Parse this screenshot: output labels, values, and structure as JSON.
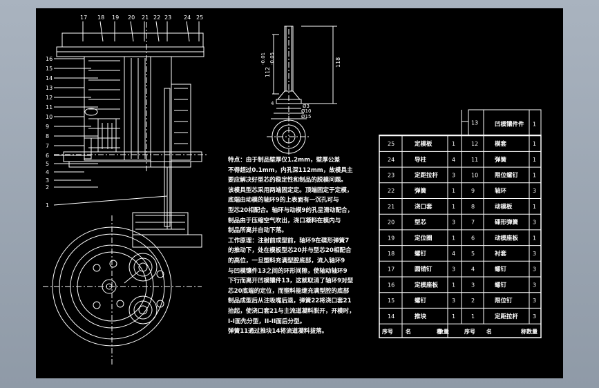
{
  "colors": {
    "sheet": "#000000",
    "lines": "#ffffff",
    "chrome": "#9aa5b1"
  },
  "part_labels_top": [
    "17",
    "18",
    "19",
    "20",
    "21",
    "22",
    "23",
    "24",
    "25"
  ],
  "part_labels_left": [
    "16",
    "15",
    "14",
    "13",
    "12",
    "11",
    "10",
    "9",
    "8",
    "7",
    "6",
    "5",
    "4",
    "3",
    "2",
    "1"
  ],
  "pin_drawing": {
    "dimensions": [
      "118",
      "112",
      "-0.01",
      "-0.05",
      "Ø3",
      "Ø10",
      "Ø15",
      "4"
    ]
  },
  "notes": [
    "特点：由于制品壁厚仅1.2mm，壁厚公差",
    "不得超过0.1mm，内孔深112mm，故模具主",
    "要应解决好型芯的稳定性和制品的脱模问题。",
    "该模具型芯采用两端固定定。顶端固定于定模，",
    "底端由动模的轴环9的上表面有一沉孔可与",
    "型芯20相配合。轴环与动模9的孔呈滑动配合，",
    "制品由于压缩空气吹出，浇口凝料在模内与",
    "制品所离并自动下落。",
    "工作原理：注射前成型前，轴环9在碟形弹簧7",
    "的推动下，处在模板型芯20并与型芯20相配合",
    "的高位，一旦塑料充满型腔底部，流入轴环9",
    "与凹模镶件13之间的环形间隙，使轴动轴环9",
    "下行而离开凹模镶件13，这就取消了轴环9对型",
    "芯20底端的定位，而塑料能继充满型腔的底部",
    "制品成型后从注吸嘴后退，弹簧22将浇口套21",
    "抬起，使浇口套21与主流道凝料脱开，开模时，",
    "I-I面先分型，II-II面后分型。",
    "弹簧11通过推块14将流道凝料拔落。"
  ],
  "bom": {
    "footer": [
      "序号",
      "名",
      "称",
      "数量"
    ],
    "rows": [
      {
        "left": {
          "no": "",
          "name": "",
          "qty": ""
        },
        "right": {
          "no": "13",
          "name": "凹模镶件件",
          "qty": "1"
        }
      },
      {
        "left": {
          "no": "25",
          "name": "定模板",
          "qty": "1"
        },
        "right": {
          "no": "12",
          "name": "模套",
          "qty": "1"
        }
      },
      {
        "left": {
          "no": "24",
          "name": "导柱",
          "qty": "4"
        },
        "right": {
          "no": "11",
          "name": "弹簧",
          "qty": "1"
        }
      },
      {
        "left": {
          "no": "23",
          "name": "定距拉杆",
          "qty": "3"
        },
        "right": {
          "no": "10",
          "name": "限位螺钉",
          "qty": "1"
        }
      },
      {
        "left": {
          "no": "22",
          "name": "弹簧",
          "qty": "1"
        },
        "right": {
          "no": "9",
          "name": "轴环",
          "qty": "3"
        }
      },
      {
        "left": {
          "no": "21",
          "name": "浇口套",
          "qty": "1"
        },
        "right": {
          "no": "8",
          "name": "动模板",
          "qty": "1"
        }
      },
      {
        "left": {
          "no": "20",
          "name": "型芯",
          "qty": "3"
        },
        "right": {
          "no": "7",
          "name": "碟形弹簧",
          "qty": "3"
        }
      },
      {
        "left": {
          "no": "19",
          "name": "定位圈",
          "qty": "1"
        },
        "right": {
          "no": "6",
          "name": "动模座板",
          "qty": "1"
        }
      },
      {
        "left": {
          "no": "18",
          "name": "螺钉",
          "qty": "4"
        },
        "right": {
          "no": "5",
          "name": "衬套",
          "qty": "3"
        }
      },
      {
        "left": {
          "no": "17",
          "name": "圆销钉",
          "qty": "3"
        },
        "right": {
          "no": "4",
          "name": "螺钉",
          "qty": "3"
        }
      },
      {
        "left": {
          "no": "16",
          "name": "定模座板",
          "qty": "1"
        },
        "right": {
          "no": "3",
          "name": "螺钉",
          "qty": "3"
        }
      },
      {
        "left": {
          "no": "15",
          "name": "螺钉",
          "qty": "3"
        },
        "right": {
          "no": "2",
          "name": "限位钉",
          "qty": "3"
        }
      },
      {
        "left": {
          "no": "14",
          "name": "推块",
          "qty": "1"
        },
        "right": {
          "no": "1",
          "name": "定距拉杆",
          "qty": "3"
        }
      }
    ]
  }
}
